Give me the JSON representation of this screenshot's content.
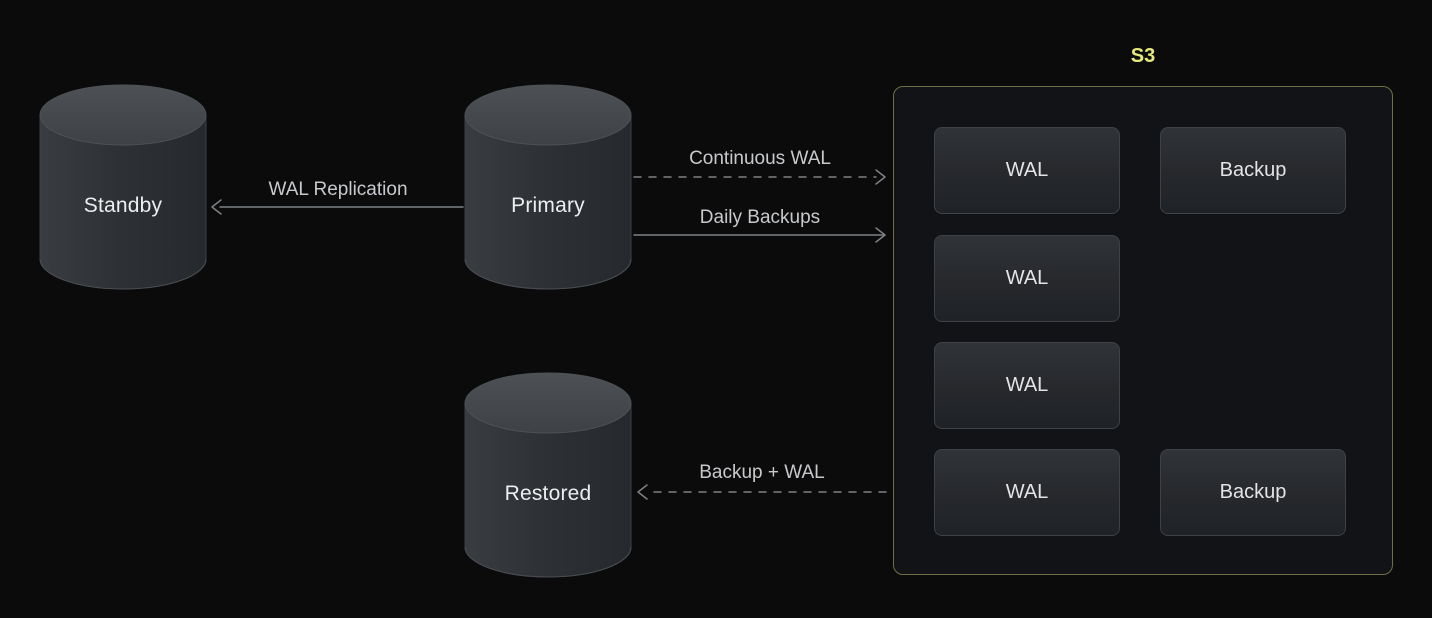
{
  "diagram": {
    "nodes": {
      "standby": {
        "label": "Standby"
      },
      "primary": {
        "label": "Primary"
      },
      "restored": {
        "label": "Restored"
      }
    },
    "arrows": {
      "wal_replication": {
        "label": "WAL Replication",
        "style": "solid",
        "from": "primary",
        "to": "standby"
      },
      "continuous_wal": {
        "label": "Continuous WAL",
        "style": "dashed",
        "from": "primary",
        "to": "s3"
      },
      "daily_backups": {
        "label": "Daily Backups",
        "style": "solid",
        "from": "primary",
        "to": "s3"
      },
      "backup_plus_wal": {
        "label": "Backup + WAL",
        "style": "dashed",
        "from": "s3",
        "to": "restored"
      }
    },
    "s3": {
      "title": "S3",
      "wal_items": [
        "WAL",
        "WAL",
        "WAL",
        "WAL"
      ],
      "backup_items": [
        "Backup",
        "Backup"
      ]
    },
    "colors": {
      "background": "#0b0b0c",
      "accent_yellow": "#e6ea7c",
      "s3_border": "#6f6f45",
      "arrow_gray": "#7e8184",
      "arrow_label_text": "#c7c9cc",
      "node_text": "#eceef0",
      "box_border": "#3e4145",
      "cylinder_body": "#2d3034",
      "cylinder_top": "#46494d"
    }
  }
}
